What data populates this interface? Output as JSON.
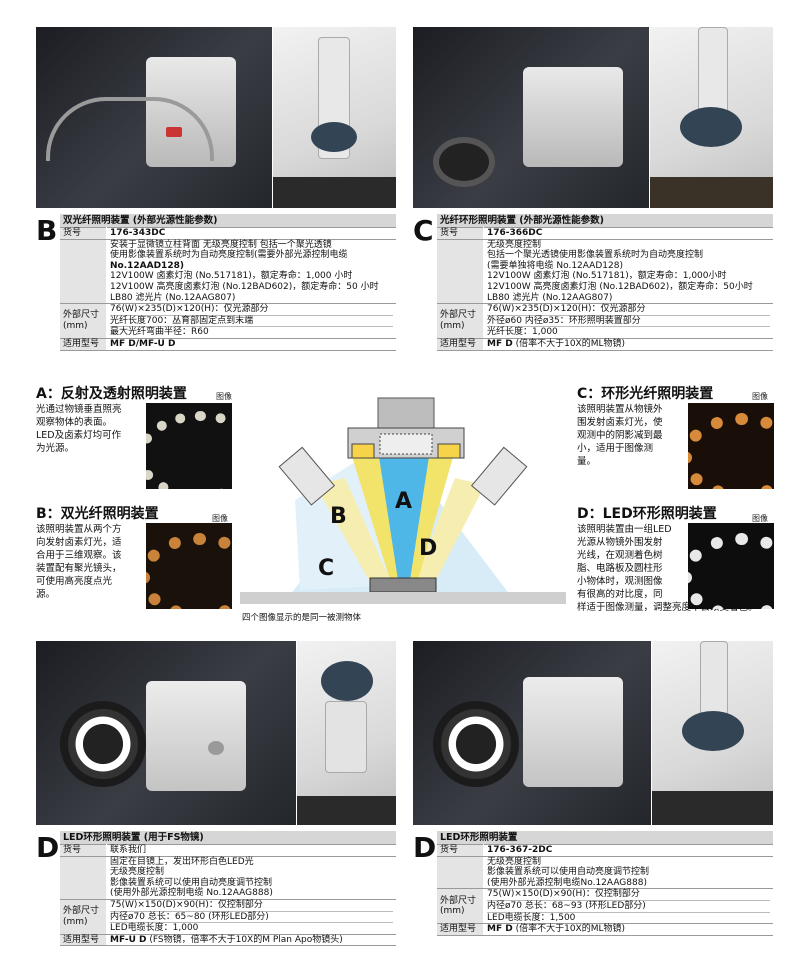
{
  "top_left": {
    "letter": "B",
    "title": "双光纤照明装置 (外部光源性能参数)",
    "row_item_label": "货号",
    "row_item_value": "176-343DC",
    "desc_lines": [
      "安装于显微镜立柱背面   无级亮度控制   包括一个聚光透镜",
      "使用影像装置系统时为自动亮度控制(需要外部光源控制电缆",
      "No.12AAD128)",
      "12V100W 卤素灯泡 (No.517181)，额定寿命：1,000 小时",
      "12V100W 高亮度卤素灯泡 (No.12BAD602)，额定寿命：50 小时",
      "LB80 滤光片 (No.12AAG807)"
    ],
    "dim_label_1": "外部尺寸",
    "dim_label_2": "(mm)",
    "dim_lines": [
      "76(W)×235(D)×120(H)：仅光源部分",
      "光纤长度700：丛育部固定点到末端",
      "最大光纤弯曲半径：R60"
    ],
    "model_label": "适用型号",
    "model_value": "MF D/MF-U D"
  },
  "top_right": {
    "letter": "C",
    "title": "光纤环形照明装置 (外部光源性能参数)",
    "row_item_label": "货号",
    "row_item_value": "176-366DC",
    "desc_lines": [
      "无级亮度控制",
      "包括一个聚光透镜使用影像装置系统时为自动亮度控制",
      "(需要单独将电缆 No.12AAD128)",
      "12V100W 卤素灯泡 (No.517181)，额定寿命：1,000小时",
      "12V100W 高亮度卤素灯泡 (No.12BAD602)，额定寿命：50小时",
      "LB80 滤光片 (No.12AAG807)"
    ],
    "dim_label_1": "外部尺寸",
    "dim_label_2": "(mm)",
    "dim_lines": [
      "76(W)×235(D)×120(H)：仅光源部分",
      "外径ø60   内径ø35：环形照明装置部分",
      "光纤长度：1,000"
    ],
    "model_label": "适用型号",
    "model_value": "MF D",
    "model_note": "(倍率不大于10X的ML物镜)"
  },
  "middle": {
    "A": {
      "title": "A：反射及透射照明装置",
      "tag": "图像",
      "text": [
        "光通过物镜垂直照亮",
        "观察物体的表面。",
        "LED及卤素灯均可作",
        "为光源。"
      ]
    },
    "B": {
      "title": "B：双光纤照明装置",
      "tag": "图像",
      "text": [
        "该照明装置从两个方",
        "向发射卤素灯光，适",
        "合用于三维观察。该",
        "装置配有聚光镜头，",
        "可使用高亮度点光",
        "源。"
      ]
    },
    "C": {
      "title": "C：环形光纤照明装置",
      "tag": "图像",
      "text": [
        "该照明装置从物镜外",
        "围发射卤素灯光，使",
        "观测中的阴影减到最",
        "小，适用于图像测",
        "量。"
      ]
    },
    "D": {
      "title": "D：LED环形照明装置",
      "tag": "图像",
      "text": [
        "该照明装置由一组LED",
        "光源从物镜外围发射",
        "光线，在观测着色树",
        "脂、电路板及圆柱形",
        "小物体时，观测图像",
        "有很高的对比度，同",
        "样适于图像测量，调整亮度不会改变着色。"
      ]
    },
    "diagram": {
      "label_A": "A",
      "label_B": "B",
      "label_C": "C",
      "label_D": "D",
      "caption": "四个图像显示的是同一被测物体"
    }
  },
  "bottom_left": {
    "letter": "D",
    "title": "LED环形照明装置 (用于FS物镜)",
    "row_item_label": "货号",
    "row_item_value": "联系我们",
    "desc_lines": [
      "固定在目镜上，发出环形白色LED光",
      "无级亮度控制",
      "影像装置系统可以使用自动亮度调节控制",
      "(使用外部光源控制电缆 No.12AAG888)"
    ],
    "dim_label_1": "外部尺寸",
    "dim_label_2": "(mm)",
    "dim_lines": [
      "75(W)×150(D)×90(H)：仅控制部分",
      "内径ø70   总长：65~80 (环形LED部分)",
      "LED电缆长度：1,000"
    ],
    "model_label": "适用型号",
    "model_value": "MF-U D",
    "model_note": "(FS物镜，倍率不大于10X的M Plan Apo物镜头)"
  },
  "bottom_right": {
    "letter": "D",
    "title": "LED环形照明装置",
    "row_item_label": "货号",
    "row_item_value": "176-367-2DC",
    "desc_lines": [
      "无级亮度控制",
      "影像装置系统可以使用自动亮度调节控制",
      "(使用外部光源控制电缆No.12AAG888)"
    ],
    "dim_label_1": "外部尺寸",
    "dim_label_2": "(mm)",
    "dim_lines": [
      "75(W)×150(D)×90(H)：仅控制部分",
      "内径ø70   总长：68~93 (环形LED部分)",
      "LED电缆长度：1,500"
    ],
    "model_label": "适用型号",
    "model_value": "MF D",
    "model_note": "(倍率不大于10X的ML物镜)"
  },
  "colors": {
    "beam_yellow": "#f2e36a",
    "beam_blue": "#4fb6e8",
    "beam_lightblue": "#bfe2f3",
    "header_gray": "#d6d6d6"
  }
}
